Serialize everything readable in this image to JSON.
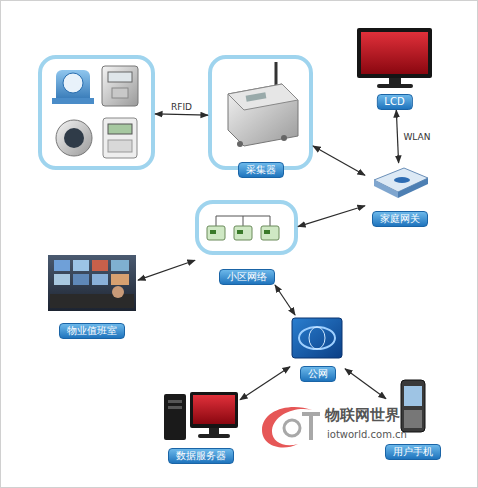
{
  "diagram": {
    "nodes": [
      {
        "text": []
      },
      {
        "text": [
          "采集器"
        ]
      },
      {
        "text": [
          "LCD"
        ]
      },
      {
        "text": [
          "家庭网关"
        ]
      },
      {
        "text": [
          "小区网络"
        ]
      },
      {
        "text": [
          "物业值班室"
        ]
      },
      {
        "text": [
          "公网"
        ]
      },
      {
        "text": [
          "数据服务器"
        ]
      },
      {
        "text": [
          "用户手机"
        ]
      }
    ],
    "edges": [
      {
        "from": 0,
        "to": 1,
        "label": "RFID",
        "arrow": "both"
      },
      {
        "from": 2,
        "to": 3,
        "label": "WLAN",
        "arrow": "both"
      },
      {
        "from": 1,
        "to": 3,
        "arrow": "both"
      },
      {
        "from": 3,
        "to": 4,
        "arrow": "both"
      },
      {
        "from": 4,
        "to": 5,
        "arrow": "both"
      },
      {
        "from": 4,
        "to": 6,
        "arrow": "both"
      },
      {
        "from": 6,
        "to": 7,
        "arrow": "both"
      },
      {
        "from": 6,
        "to": 8,
        "arrow": "both"
      }
    ],
    "labels": [
      "物联网世界",
      "iotworld.com.cn"
    ]
  }
}
